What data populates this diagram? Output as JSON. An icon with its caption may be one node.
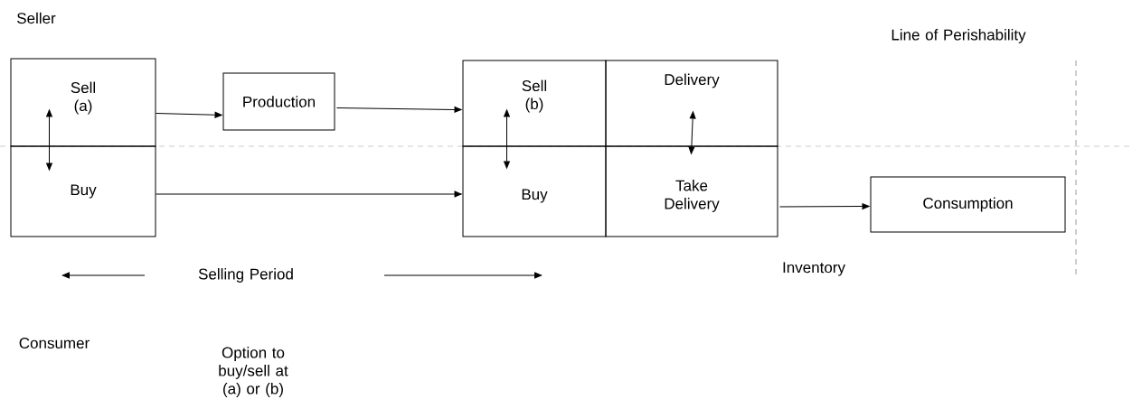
{
  "diagram": {
    "nodes": [
      {
        "text": [
          "Sell (a)"
        ]
      },
      {
        "text": [
          "Buy"
        ]
      },
      {
        "text": [
          "Production"
        ]
      },
      {
        "text": [
          "Sell (b)"
        ]
      },
      {
        "text": [
          "Delivery"
        ]
      },
      {
        "text": [
          "Buy"
        ]
      },
      {
        "text": [
          "Take Delivery"
        ]
      },
      {
        "text": [
          "Consumption"
        ]
      }
    ],
    "edges": [
      {
        "from": 0,
        "to": 2,
        "arrow": "to"
      },
      {
        "from": 2,
        "to": 3,
        "arrow": "to"
      },
      {
        "from": 0,
        "to": 1,
        "arrow": "both"
      },
      {
        "from": 1,
        "to": 5,
        "arrow": "to"
      },
      {
        "from": 3,
        "to": 5,
        "arrow": "both"
      },
      {
        "from": 4,
        "to": 6,
        "arrow": "both"
      },
      {
        "from": 6,
        "to": 7,
        "arrow": "to"
      }
    ],
    "labels": [
      "Seller",
      "Line of Perishability",
      "Selling Period",
      "Inventory",
      "Consumer",
      "Option to buy/sell at (a) or (b)"
    ]
  }
}
